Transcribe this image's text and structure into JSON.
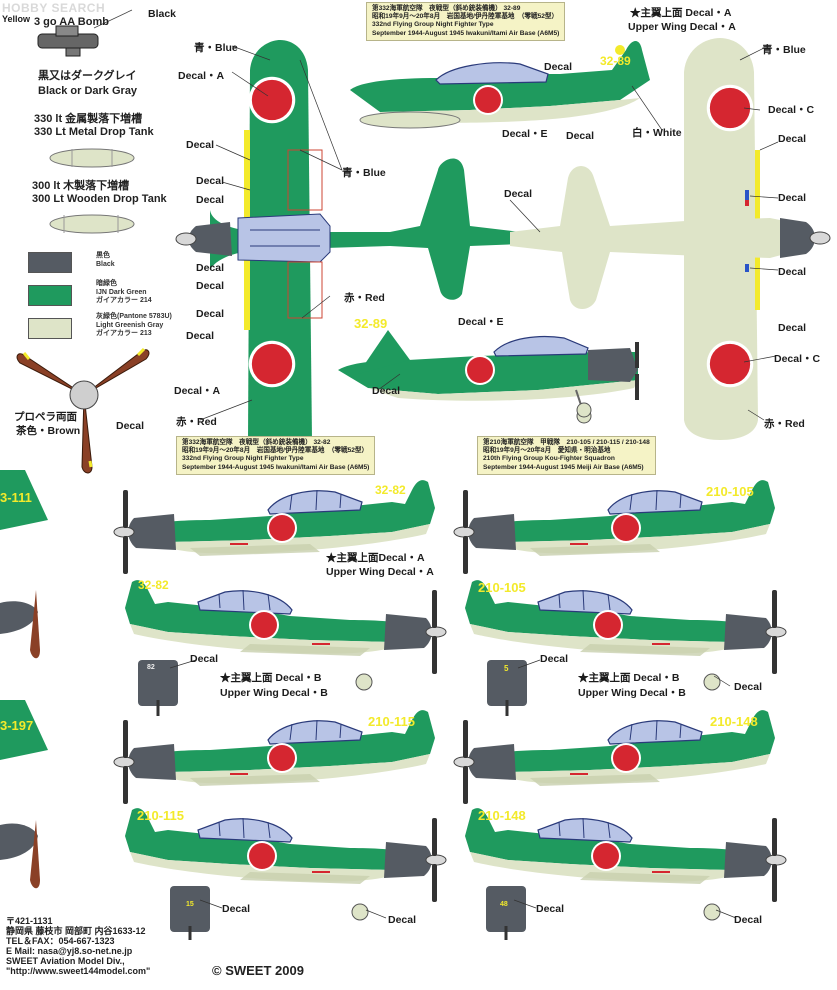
{
  "watermark": "HOBBY SEARCH",
  "colors": {
    "dark_green": "#1f9a5e",
    "light_gray": "#dee4c8",
    "black": "#555b63",
    "hinomaru": "#d52630",
    "yellow": "#f3ea2b",
    "prop_brown": "#8a4026"
  },
  "left_panel": {
    "partial_top": "Yellow",
    "bomb_title": "3 go AA Bomb",
    "bomb_black": "Black",
    "dark_gray_jp": "黒又はダークグレイ",
    "dark_gray_en": "Black or Dark Gray",
    "metal_tank_jp": "330 lt 金属製落下増槽",
    "metal_tank_en": "330 Lt Metal Drop Tank",
    "wood_tank_jp": "300 lt 木製落下増槽",
    "wood_tank_en": "300 Lt Wooden Drop Tank",
    "swatches": [
      {
        "jp": "黒色",
        "en": "Black",
        "extra": "",
        "color": "#555b63"
      },
      {
        "jp": "暗緑色",
        "en": "IJN Dark Green",
        "extra": "ガイアカラー 214",
        "color": "#1f9a5e"
      },
      {
        "jp": "灰緑色(Pantone 5783U)",
        "en": "Light Greenish Gray",
        "extra": "ガイアカラー 213",
        "color": "#dee4c8"
      }
    ],
    "prop_jp": "プロペラ両面",
    "prop_en": "茶色・Brown",
    "prop_decal": "Decal"
  },
  "labels": {
    "blue": "青・Blue",
    "red": "赤・Red",
    "white": "白・White",
    "decal": "Decal",
    "decal_a": "Decal・A",
    "decal_c": "Decal・C",
    "decal_e": "Decal・E",
    "upper_a_jp": "★主翼上面 Decal・A",
    "upper_a_en": "Upper Wing Decal・A",
    "upper_b_jp": "★主翼上面 Decal・B",
    "upper_b_en": "Upper Wing Decal・B",
    "upper_a_jp2": "★主翼上面Decal・A",
    "upper_a_en2": "Upper Wing Decal・A"
  },
  "info_boxes": {
    "top": [
      "第332海軍航空隊　夜戦型（斜め銃装備機） 32-89",
      "昭和19年9月～20年8月　岩国基地/伊丹陸軍基地　（零戦52型）",
      "332nd Flying Group Night Fighter Type",
      "September 1944-August 1945 Iwakuni/Itami Air Base (A6M5)"
    ],
    "mid_left": [
      "第332海軍航空隊　夜戦型（斜め銃装備機） 32-82",
      "昭和19年9月～20年8月　岩国基地/伊丹陸軍基地　（零戦52型）",
      "332nd Flying Group Night Fighter Type",
      "September 1944-August 1945 Iwakuni/Itami Air Base (A6M5)"
    ],
    "mid_right": [
      "第210海軍航空隊　甲戦隊　210-105 / 210-115 / 210-148",
      "昭和19年9月～20年8月　愛知県・明治基地",
      "210th Flying Group Kou-Fighter Squadron",
      "September 1944-August 1945 Meiji Air Base (A6M5)"
    ]
  },
  "codes": {
    "c3289": "32-89",
    "c3282": "32-82",
    "c210105": "210-105",
    "c210115": "210-115",
    "c210148": "210-148",
    "partial_111": "3-111",
    "partial_197": "3-197",
    "small_82": "82",
    "small_5": "5",
    "small_15": "15",
    "small_48": "48"
  },
  "footer": {
    "lines": [
      "〒421-1131",
      "静岡県 藤枝市 岡部町 内谷1633-12",
      "TEL＆FAX：054-667-1323",
      "E Mail: nasa@yj8.so-net.ne.jp",
      "SWEET Aviation Model Div.,",
      "\"http://www.sweet144model.com\""
    ],
    "copyright": "© SWEET 2009"
  }
}
